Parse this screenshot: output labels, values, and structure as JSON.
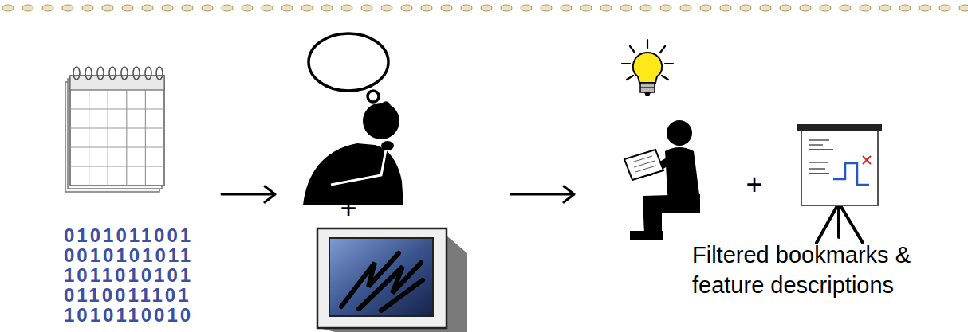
{
  "diagram": {
    "labels": [
      "0101011001 0010101011 1011010101 0110011101 1010110010",
      "+",
      "+",
      "Filtered bookmarks & feature descriptions"
    ]
  }
}
